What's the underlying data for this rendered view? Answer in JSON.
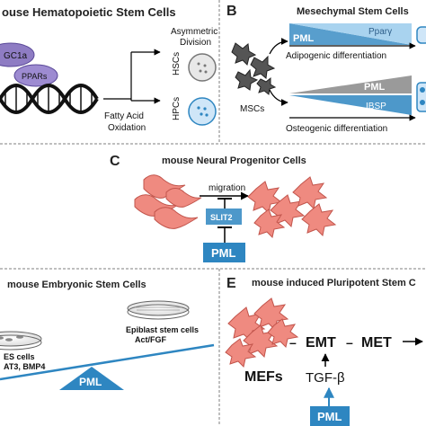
{
  "panelA": {
    "title": "ouse Hematopoietic Stem Cells",
    "factors": [
      "GC1a",
      "PPARs"
    ],
    "process": [
      "Fatty Acid",
      "Oxidation"
    ],
    "outcome": [
      "Asymmetric",
      "Division"
    ],
    "cells": [
      "HSCs",
      "HPCs"
    ]
  },
  "panelB": {
    "letter": "B",
    "title": "Mesechymal Stem Cells",
    "source": "MSCs",
    "top_bar_left": "PML",
    "top_bar_right": "Pparγ",
    "top_caption": "Adipogenic differentiation",
    "bottom_bar_left": "PML",
    "bottom_bar_right": "IBSP",
    "bottom_caption": "Osteogenic differentiation"
  },
  "panelC": {
    "letter": "C",
    "title": "mouse Neural Progenitor Cells",
    "arrow_label": "migration",
    "inhibitor": "SLIT2",
    "regulator": "PML"
  },
  "panelD": {
    "title": "mouse Embryonic Stem Cells",
    "left_lines": [
      "ES cells",
      "AT3, BMP4"
    ],
    "right_lines": [
      "Epiblast stem cells",
      "Act/FGF"
    ],
    "regulator": "PML"
  },
  "panelE": {
    "letter": "E",
    "title": "mouse induced Pluripotent Stem C",
    "cells": "MEFs",
    "emt": "EMT",
    "met": "MET",
    "dash": "–",
    "factor": "TGF-β",
    "regulator": "PML"
  },
  "colors": {
    "pml_blue": "#2e86c1",
    "light_blue": "#a9d3ef",
    "grey_bar": "#9a9a9a",
    "peach": "#f7c6a3",
    "cell_pink": "#ef8a80",
    "cell_pink_dark": "#c2554c",
    "purple": "#8e7cc3",
    "divider": "#7f7f7f"
  }
}
